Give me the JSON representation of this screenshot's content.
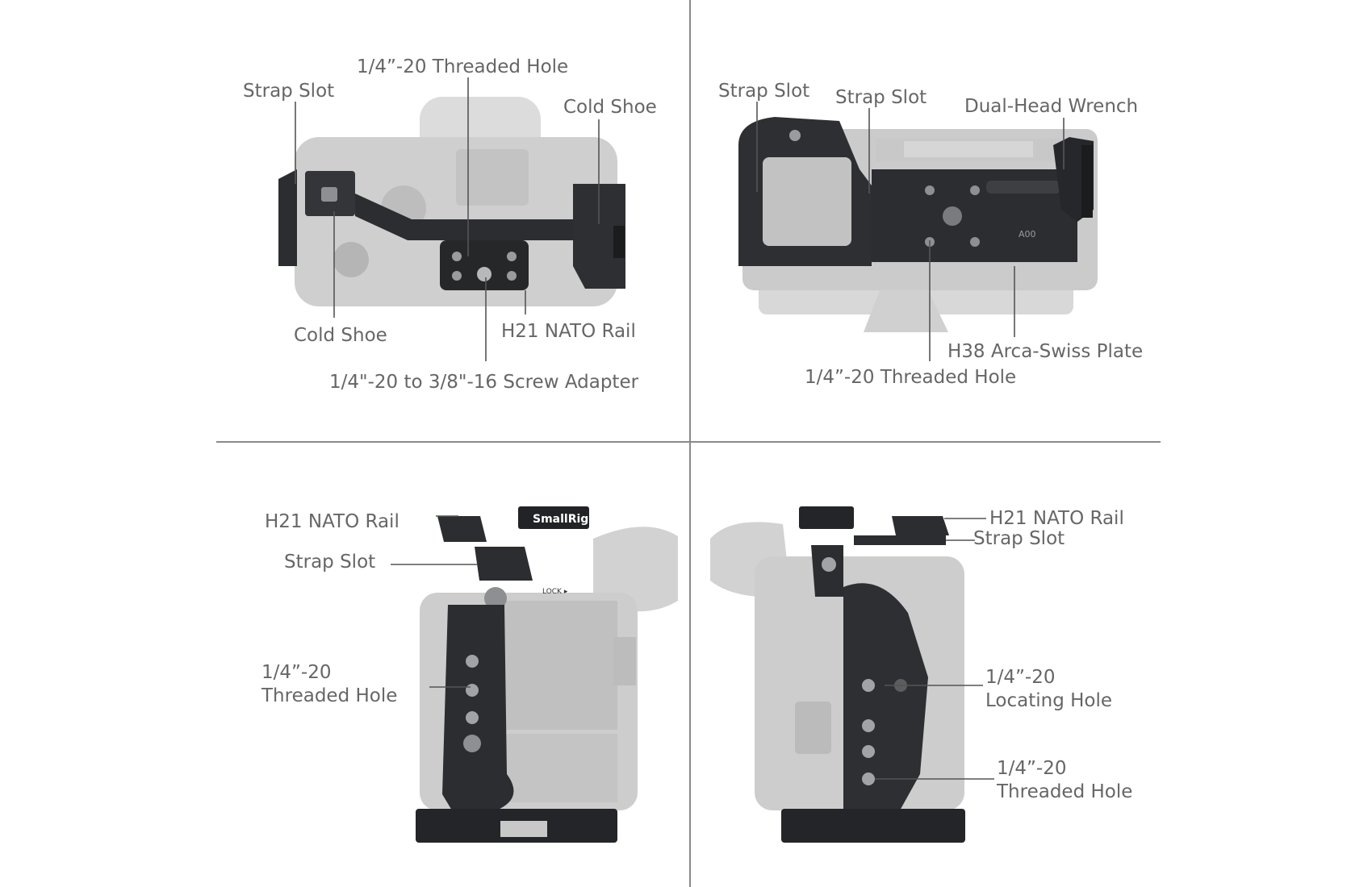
{
  "colors": {
    "label": "#666666",
    "leader": "#555555",
    "divider": "#8a8a8a",
    "metal": "#2b2d30",
    "metal_dark": "#1a1b1d",
    "camera_ghost": "#c9c9c9",
    "camera_ghost_light": "#dedede",
    "background": "#ffffff"
  },
  "icons": [
    "cage-top-view",
    "cage-bottom-view",
    "cage-left-view",
    "cage-right-view"
  ],
  "panels": {
    "top_left": {
      "labels": {
        "threaded_hole": "1/4”-20 Threaded Hole",
        "strap_slot": "Strap Slot",
        "cold_shoe_right": "Cold Shoe",
        "cold_shoe_left": "Cold Shoe",
        "nato_rail": "H21 NATO Rail",
        "screw_adapter": "1/4\"-20 to 3/8\"-16 Screw Adapter"
      }
    },
    "top_right": {
      "labels": {
        "strap_slot_left": "Strap Slot",
        "strap_slot_mid": "Strap Slot",
        "wrench": "Dual-Head Wrench",
        "arca_plate": "H38 Arca-Swiss Plate",
        "threaded_hole": "1/4”-20 Threaded Hole"
      },
      "markings": {
        "plate_mark": "A00"
      }
    },
    "bottom_left": {
      "labels": {
        "nato_rail": "H21 NATO Rail",
        "strap_slot": "Strap Slot",
        "threaded_hole_line1": "1/4”-20",
        "threaded_hole_line2": "Threaded Hole"
      },
      "markings": {
        "brand": "SmallRig",
        "lock": "LOCK ▸"
      }
    },
    "bottom_right": {
      "labels": {
        "nato_rail": "H21 NATO Rail",
        "strap_slot": "Strap Slot",
        "locating_hole_line1": "1/4”-20",
        "locating_hole_line2": "Locating Hole",
        "threaded_hole_line1": "1/4”-20",
        "threaded_hole_line2": "Threaded Hole"
      }
    }
  }
}
